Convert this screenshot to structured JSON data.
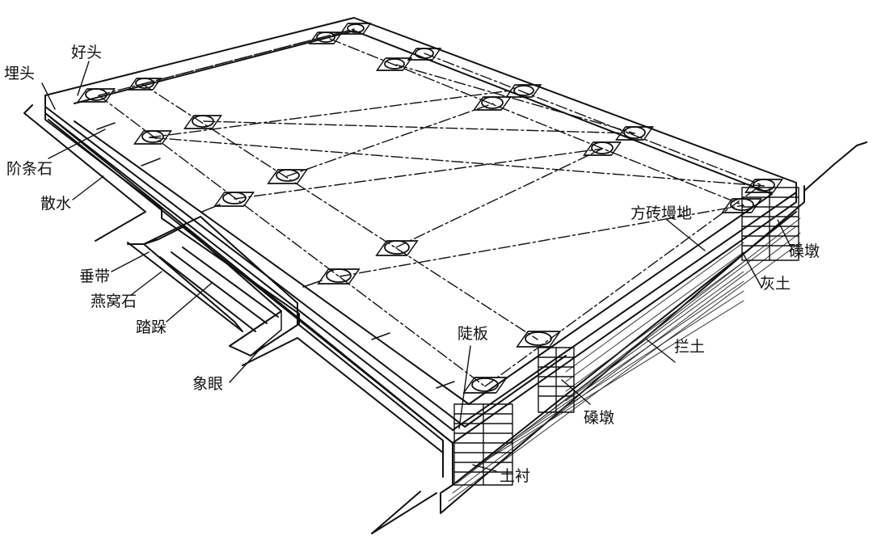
{
  "labels": {
    "maitou": "埋头",
    "haotou": "好头",
    "jietiaoshi": "阶条石",
    "sanshui": "散水",
    "chuidai": "垂带",
    "yanwoshi": "燕窝石",
    "taduo": "踏跺",
    "xiangyan": "象眼",
    "tuoban": "陡板",
    "tuchen": "土衬",
    "sangdun_front": "磉墩",
    "lantu": "拦土",
    "huitu": "灰土",
    "sangdun_side": "磉墩",
    "fangzhuan": "方砖墁地"
  },
  "colors": {
    "ink": "#111111",
    "paper": "#ffffff",
    "hatch": "#333333"
  }
}
